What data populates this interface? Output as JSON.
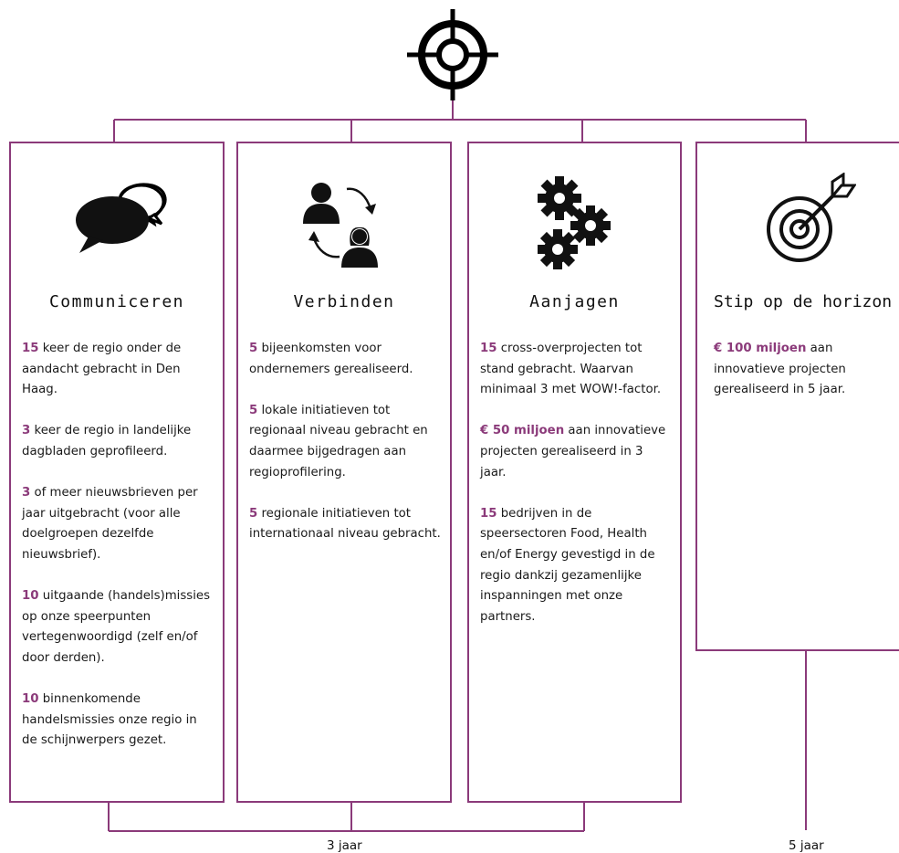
{
  "cards": [
    {
      "title": "Communiceren",
      "icon": "chat-bubbles-icon",
      "paragraphs": [
        {
          "num": "15",
          "text": " keer de regio onder de aandacht gebracht in Den Haag."
        },
        {
          "num": "3",
          "text": " keer de regio in landelijke dagbladen geprofileerd."
        },
        {
          "num": "3",
          "text": " of meer nieuwsbrieven per jaar uitgebracht (voor alle doelgroepen dezelfde nieuwsbrief)."
        },
        {
          "num": "10",
          "text": " uitgaande (handels)missies op onze speerpunten vertegenwoordigd (zelf en/of door derden)."
        },
        {
          "num": "10",
          "text": " binnenkomende handelsmissies onze regio in de schijnwerpers gezet."
        }
      ]
    },
    {
      "title": "Verbinden",
      "icon": "people-exchange-icon",
      "paragraphs": [
        {
          "num": "5",
          "text": " bijeenkomsten voor ondernemers gerealiseerd."
        },
        {
          "num": "5",
          "text": " lokale initiatieven tot regionaal niveau gebracht en daarmee bijgedragen aan regioprofilering."
        },
        {
          "num": "5",
          "text": " regionale initiatieven tot internationaal niveau gebracht."
        }
      ]
    },
    {
      "title": "Aanjagen",
      "icon": "gears-icon",
      "paragraphs": [
        {
          "num": "15",
          "text": " cross-overprojecten tot stand gebracht. Waarvan minimaal 3 met WOW!-factor."
        },
        {
          "num": "€ 50 miljoen",
          "text": " aan innovatieve projecten gerealiseerd in 3 jaar."
        },
        {
          "num": "15",
          "text": " bedrijven in de speersectoren Food, Health en/of Energy gevestigd in de regio dankzij gezamenlijke inspanningen met onze partners."
        }
      ]
    },
    {
      "title": "Stip op de horizon",
      "icon": "dartboard-icon",
      "paragraphs": [
        {
          "num": "€ 100 miljoen",
          "text": " aan innovatieve projecten gerealiseerd in 5 jaar."
        }
      ]
    }
  ],
  "periods": [
    "3 jaar",
    "5 jaar"
  ],
  "top_icon": "crosshair-icon",
  "accent_color": "#8b3a7a"
}
